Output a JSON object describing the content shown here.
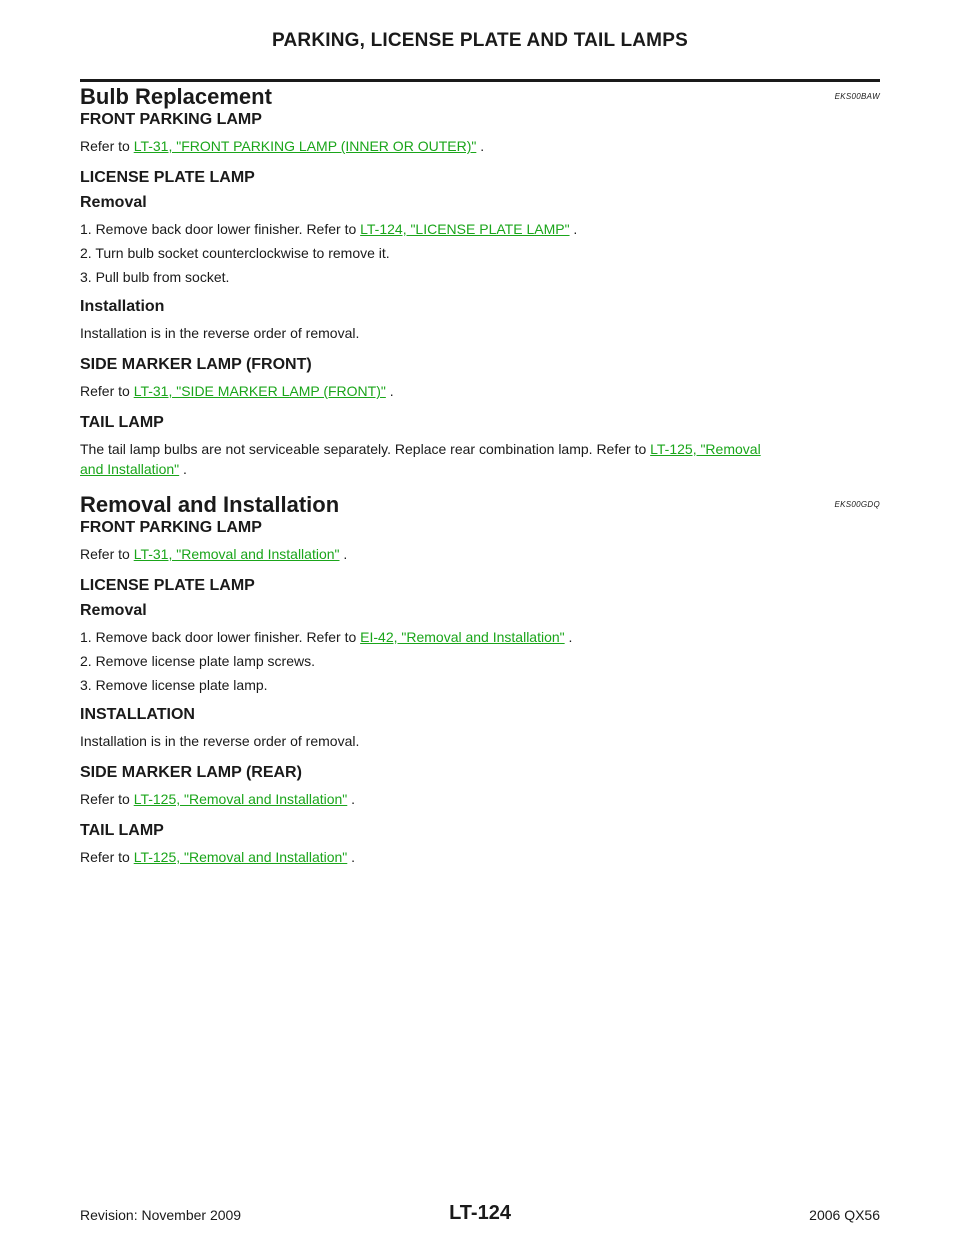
{
  "header": {
    "title": "PARKING, LICENSE PLATE AND TAIL LAMPS"
  },
  "bulb": {
    "title": "Bulb Replacement",
    "code": "EKS00BAW",
    "front_parking": {
      "heading": "FRONT PARKING LAMP",
      "prefix": "Refer to ",
      "link": "LT-31, \"FRONT PARKING LAMP (INNER OR OUTER)\"",
      "suffix": " ."
    },
    "license": {
      "heading": "LICENSE PLATE LAMP",
      "removal_heading": "Removal",
      "step1_prefix": "1.  Remove back door lower finisher. Refer to ",
      "step1_link": "LT-124, \"LICENSE PLATE LAMP\"",
      "step1_suffix": " .",
      "step2": "2.  Turn bulb socket counterclockwise to remove it.",
      "step3": "3.  Pull bulb from socket.",
      "installation_heading": "Installation",
      "installation_text": "Installation is in the reverse order of removal."
    },
    "side_marker": {
      "heading": "SIDE MARKER LAMP (FRONT)",
      "prefix": "Refer to ",
      "link": "LT-31, \"SIDE MARKER LAMP (FRONT)\"",
      "suffix": " ."
    },
    "tail": {
      "heading": "TAIL LAMP",
      "text": "The tail lamp bulbs are not serviceable separately. Replace rear combination lamp. Refer to ",
      "link_line1": "LT-125, \"Removal",
      "link_line2": "and Installation\"",
      "suffix": " ."
    }
  },
  "removal": {
    "title": "Removal and Installation",
    "code": "EKS00GDQ",
    "front_parking": {
      "heading": "FRONT PARKING LAMP",
      "prefix": "Refer to ",
      "link": "LT-31, \"Removal and Installation\"",
      "suffix": " ."
    },
    "license": {
      "heading": "LICENSE PLATE LAMP",
      "removal_heading": "Removal",
      "step1_prefix": "1.  Remove back door lower finisher. Refer to ",
      "step1_link": "EI-42, \"Removal and Installation\"",
      "step1_suffix": " .",
      "step2": "2.  Remove license plate lamp screws.",
      "step3": "3.  Remove license plate lamp.",
      "installation_heading": "INSTALLATION",
      "installation_text": "Installation is in the reverse order of removal."
    },
    "side_marker": {
      "heading": "SIDE MARKER LAMP (REAR)",
      "prefix": "Refer to ",
      "link": "LT-125, \"Removal and Installation\"",
      "suffix": " ."
    },
    "tail": {
      "heading": "TAIL LAMP",
      "prefix": "Refer to ",
      "link": "LT-125, \"Removal and Installation\"",
      "suffix": " ."
    }
  },
  "footer": {
    "revision": "Revision: November 2009",
    "page": "LT-124",
    "model": "2006 QX56"
  },
  "colors": {
    "link": "#1aa51a",
    "text": "#1a1a1a"
  }
}
